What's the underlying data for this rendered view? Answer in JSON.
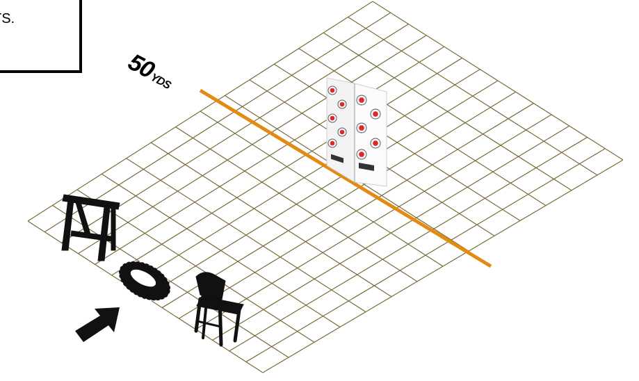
{
  "callout": {
    "text": "TS."
  },
  "distance": {
    "number": "50",
    "unit": "YDS",
    "line_color": "#e38a12"
  },
  "grid": {
    "line_color": "#7a6a3a",
    "rows": 14,
    "cols": 14
  },
  "icons": [
    "sawhorse-icon",
    "tire-icon",
    "folding-chair-icon",
    "arrow-icon",
    "target-stand-icon"
  ],
  "targets": {
    "left_panel_marks": 5,
    "right_panel_marks": 5,
    "ring_color": "#e02828"
  }
}
